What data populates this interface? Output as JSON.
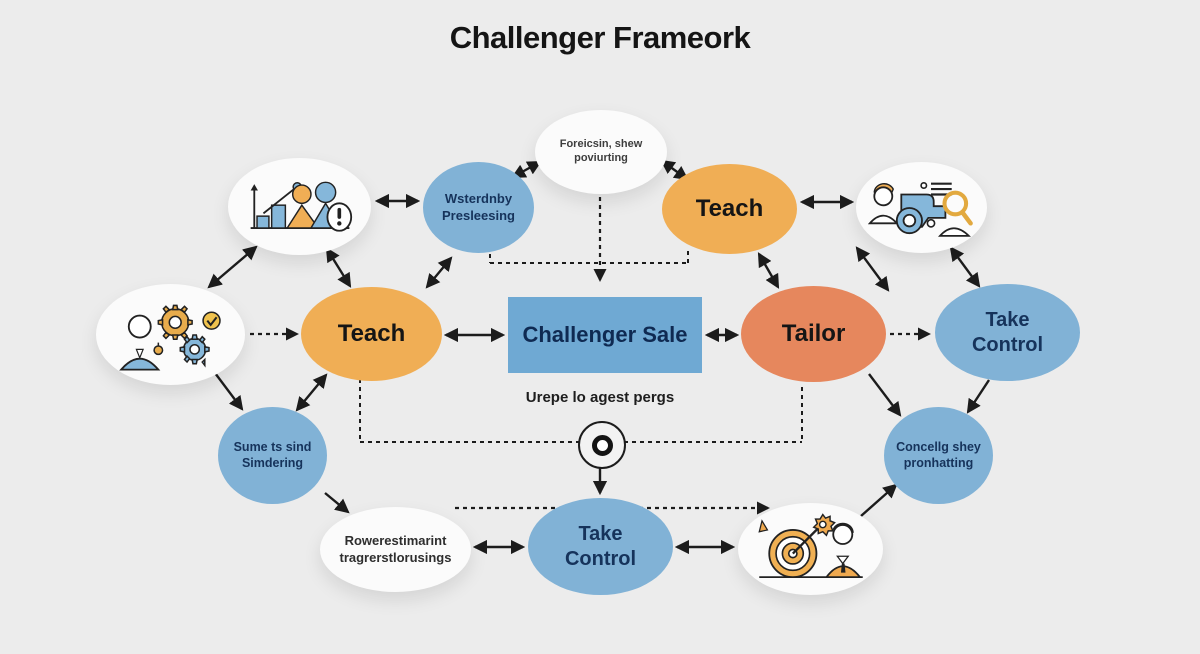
{
  "title": "Challenger Frameork",
  "colors": {
    "orange": "#f0ae55",
    "coral": "#e6875d",
    "blue": "#81b2d6",
    "rect_blue": "#6fa9d3",
    "arrow": "#1c1c1c",
    "bg": "#ececec"
  },
  "nodes": {
    "forecisin": {
      "label": "Foreicsin, shew poviurting"
    },
    "wsterdnby": {
      "label": "Wsterdnby Presleesing"
    },
    "teach_top": {
      "label": "Teach"
    },
    "teach_left": {
      "label": "Teach"
    },
    "challenger_sale": {
      "label": "Challenger Sale"
    },
    "tailor": {
      "label": "Tailor"
    },
    "take_control_right": {
      "label": "Take Control"
    },
    "take_control_bottom": {
      "label": "Take Control"
    },
    "sume": {
      "label": "Sume ts sind Simdering"
    },
    "concellg": {
      "label": "Concellg shey pronhatting"
    },
    "rowerestimarint": {
      "label": "Rowerestimarint tragrerstlorusings"
    },
    "caption": "Urepe lo agest pergs"
  },
  "icons": {
    "people_chart": "people-with-bar-chart-icon",
    "person_gears": "person-with-gears-icon",
    "machine_magnifier": "people-machine-magnifier-icon",
    "target_person": "target-with-person-icon",
    "center_ring": "double-circle-connector-icon"
  }
}
